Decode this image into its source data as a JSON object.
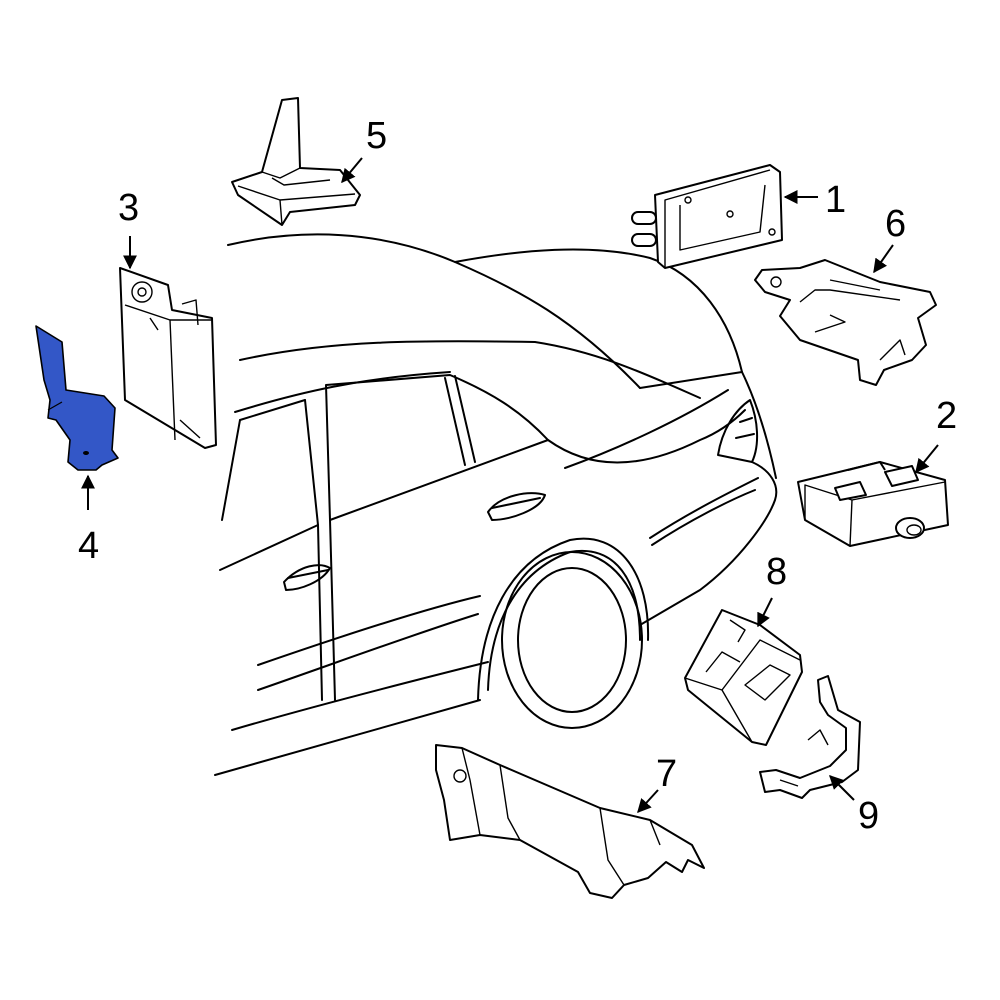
{
  "highlight_color": "#3357c7",
  "callouts": [
    {
      "id": "1",
      "label": "1"
    },
    {
      "id": "2",
      "label": "2"
    },
    {
      "id": "3",
      "label": "3"
    },
    {
      "id": "4",
      "label": "4",
      "highlighted": true
    },
    {
      "id": "5",
      "label": "5"
    },
    {
      "id": "6",
      "label": "6"
    },
    {
      "id": "7",
      "label": "7"
    },
    {
      "id": "8",
      "label": "8"
    },
    {
      "id": "9",
      "label": "9"
    }
  ]
}
